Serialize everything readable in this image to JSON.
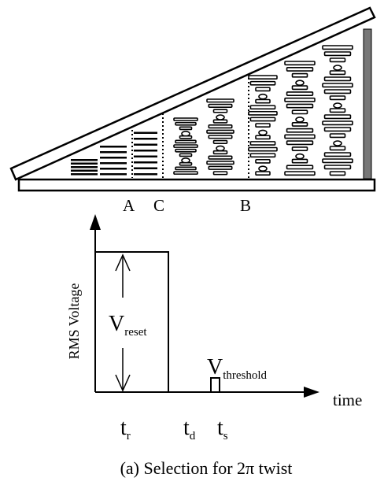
{
  "regions": {
    "a": "A",
    "c": "C",
    "b": "B"
  },
  "pulse_graph": {
    "ylabel": "RMS Voltage",
    "xlabel": "time",
    "reset_label": {
      "main": "V",
      "sub": "reset"
    },
    "threshold_label": {
      "main": "V",
      "sub": "threshold"
    },
    "ticks": [
      {
        "main": "t",
        "sub": "r"
      },
      {
        "main": "t",
        "sub": "d"
      },
      {
        "main": "t",
        "sub": "s"
      }
    ]
  },
  "caption": "(a) Selection for 2π twist",
  "colors": {
    "ink": "#000000",
    "wall": "#777777"
  }
}
